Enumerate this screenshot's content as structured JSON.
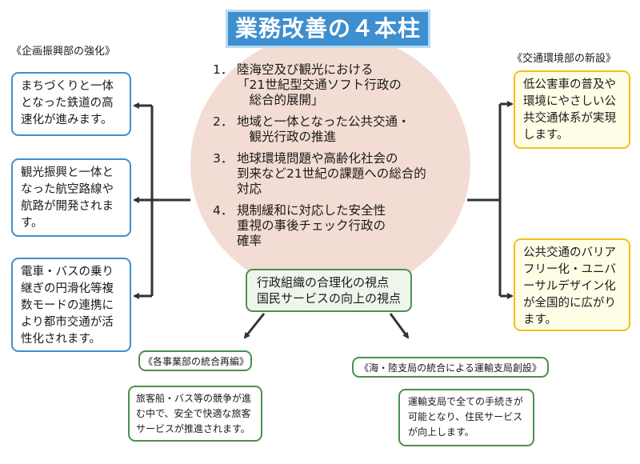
{
  "title": "業務改善の４本柱",
  "pillars": [
    {
      "num": "1．",
      "lines": [
        "陸海空及び観光における",
        "「21世紀型交通ソフト行政の",
        "　総合的展開」"
      ]
    },
    {
      "num": "2．",
      "lines": [
        "地域と一体となった公共交通・",
        "　観光行政の推進"
      ]
    },
    {
      "num": "3．",
      "lines": [
        "地球環境問題や高齢化社会の",
        "到来など21世紀の課題への総合的",
        "対応"
      ]
    },
    {
      "num": "4．",
      "lines": [
        "規制緩和に対応した安全性",
        "重視の事後チェック行政の",
        "確率"
      ]
    }
  ],
  "viewpoints": [
    "行政組織の合理化の視点",
    "国民サービスの向上の視点"
  ],
  "left": {
    "tag": "《企画振興部の強化》",
    "boxes": [
      [
        "まちづくりと一体",
        "となった鉄道の高",
        "速化が進みます。"
      ],
      [
        "観光振興と一体と",
        "なった航空路線や",
        "航路が開発されま",
        "す。"
      ],
      [
        "電車・バスの乗り",
        "継ぎの円滑化等複",
        "数モードの連携に",
        "より都市交通が活",
        "性化されます。"
      ]
    ]
  },
  "right": {
    "tag": "《交通環境部の新設》",
    "boxes": [
      [
        "低公害車の普及や",
        "環境にやさしい公",
        "共交通体系が実現",
        "します。"
      ],
      [
        "公共交通のバリア",
        "フリー化・ユニバ",
        "ーサルデザイン化",
        "が全国的に広がり",
        "ます。"
      ]
    ]
  },
  "bottom_left": {
    "tag": "《各事業部の統合再編》",
    "lines": [
      "旅客船・バス等の競争が進",
      "む中で、安全で快適な旅客",
      "サービスが推進されます。"
    ]
  },
  "bottom_right": {
    "tag": "《海・陸支局の統合による運輸支局創設》",
    "lines": [
      "運輸支局で全ての手続きが",
      "可能となり、住民サービス",
      "が向上します。"
    ]
  },
  "colors": {
    "title_bg": "#3e8fcf",
    "circle": "#f3dcd3",
    "left_border": "#3e8fcf",
    "right_border": "#f1c11b",
    "bottom_border": "#4e8f4e"
  }
}
